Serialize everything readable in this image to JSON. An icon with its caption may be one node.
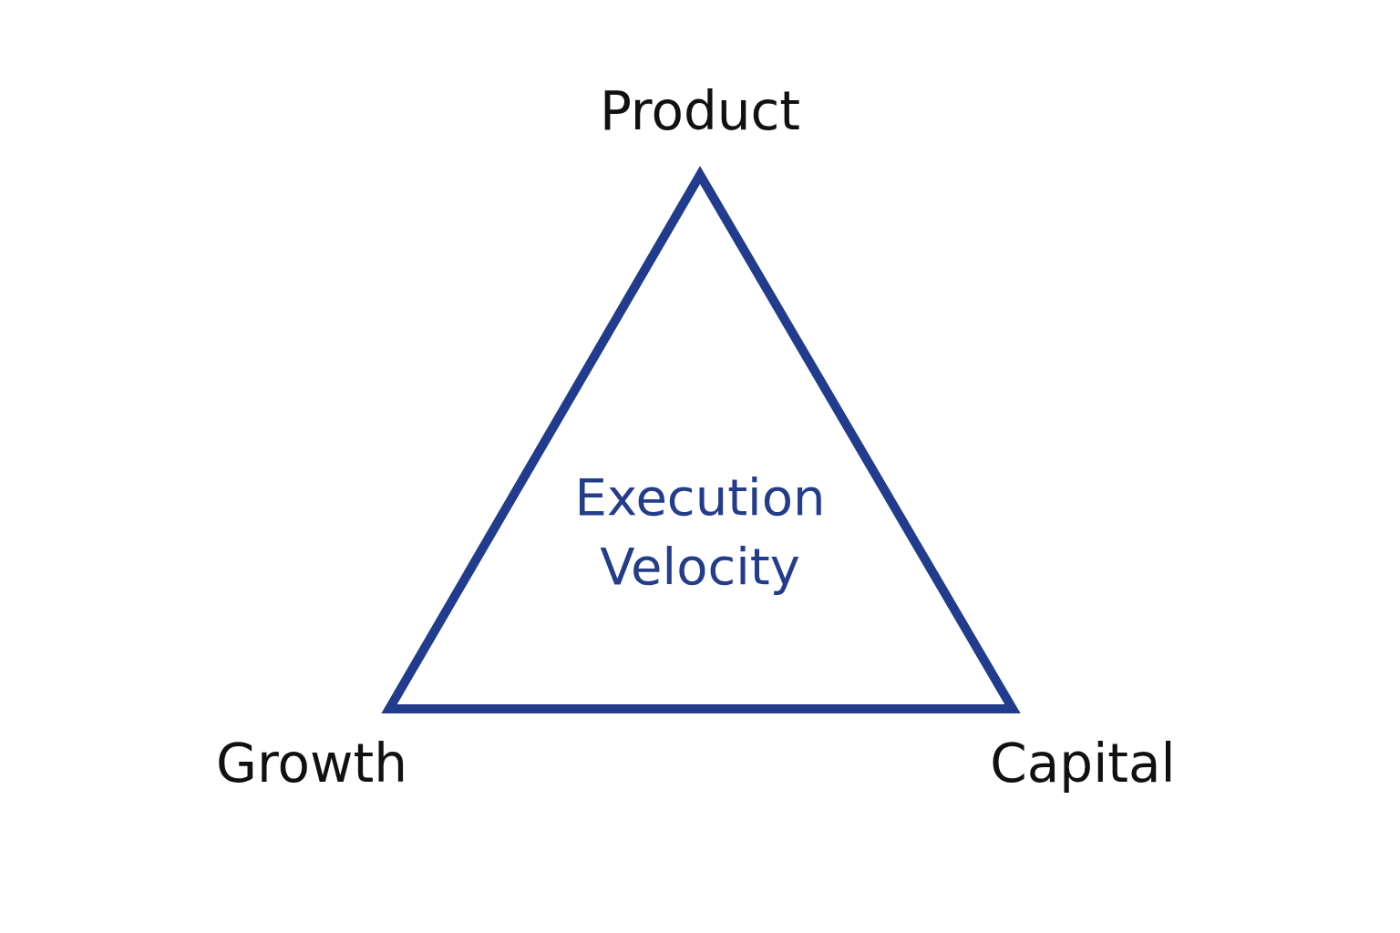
{
  "diagram": {
    "nodes": [
      {
        "text": [
          "Execution Velocity"
        ]
      }
    ],
    "labels": [
      "Product",
      "Growth",
      "Capital"
    ]
  }
}
